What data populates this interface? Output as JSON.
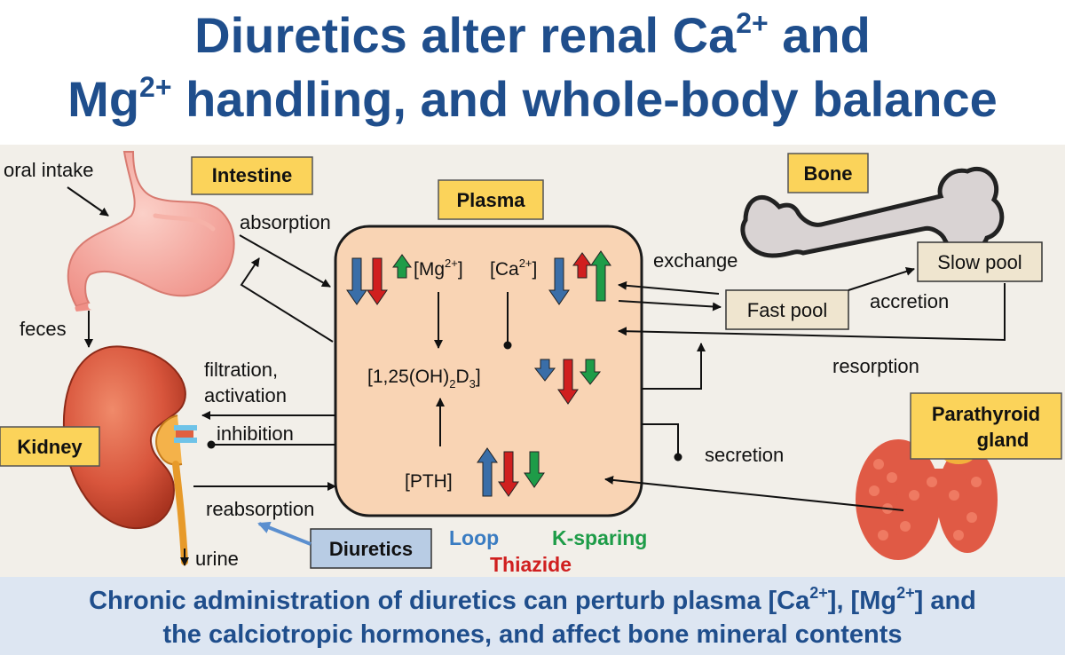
{
  "title": {
    "line1_prefix": "Diuretics alter renal Ca",
    "line1_sup": "2+",
    "line1_suffix": " and",
    "line2_prefix": "Mg",
    "line2_sup": "2+",
    "line2_suffix": " handling, and whole-body balance"
  },
  "organs": {
    "intestine": "Intestine",
    "bone": "Bone",
    "kidney": "Kidney",
    "parathyroid_line1": "Parathyroid",
    "parathyroid_line2": "gland",
    "plasma": "Plasma"
  },
  "labels": {
    "oral_intake": "oral intake",
    "feces": "feces",
    "absorption": "absorption",
    "exchange": "exchange",
    "accretion": "accretion",
    "resorption": "resorption",
    "secretion": "secretion",
    "filtration_line1": "filtration,",
    "filtration_line2": "activation",
    "inhibition": "inhibition",
    "reabsorption": "reabsorption",
    "urine": "urine",
    "fast_pool": "Fast pool",
    "slow_pool": "Slow pool",
    "diuretics": "Diuretics"
  },
  "plasma_contents": {
    "mg_prefix": "[Mg",
    "mg_sup": "2+",
    "mg_suffix": "]",
    "ca_prefix": "[Ca",
    "ca_sup": "2+",
    "ca_suffix": "]",
    "vitd_prefix": "[1,25(OH)",
    "vitd_sub1": "2",
    "vitd_mid": "D",
    "vitd_sub2": "3",
    "vitd_suffix": "]",
    "pth": "[PTH]"
  },
  "legend": {
    "loop": "Loop",
    "thiazide": "Thiazide",
    "k_sparing": "K-sparing"
  },
  "colors": {
    "loop": "#3a6ea8",
    "thiazide": "#d01f1f",
    "k_sparing": "#1e9c48",
    "title": "#1f4e8c",
    "label_box": "#fbd35a",
    "plasma_fill": "#f9d4b4"
  },
  "footer": {
    "line1_a": "Chronic administration of diuretics can perturb plasma [Ca",
    "line1_sup1": "2+",
    "line1_b": "], [Mg",
    "line1_sup2": "2+",
    "line1_c": "] and",
    "line2": "the calciotropic hormones, and affect bone mineral contents"
  }
}
